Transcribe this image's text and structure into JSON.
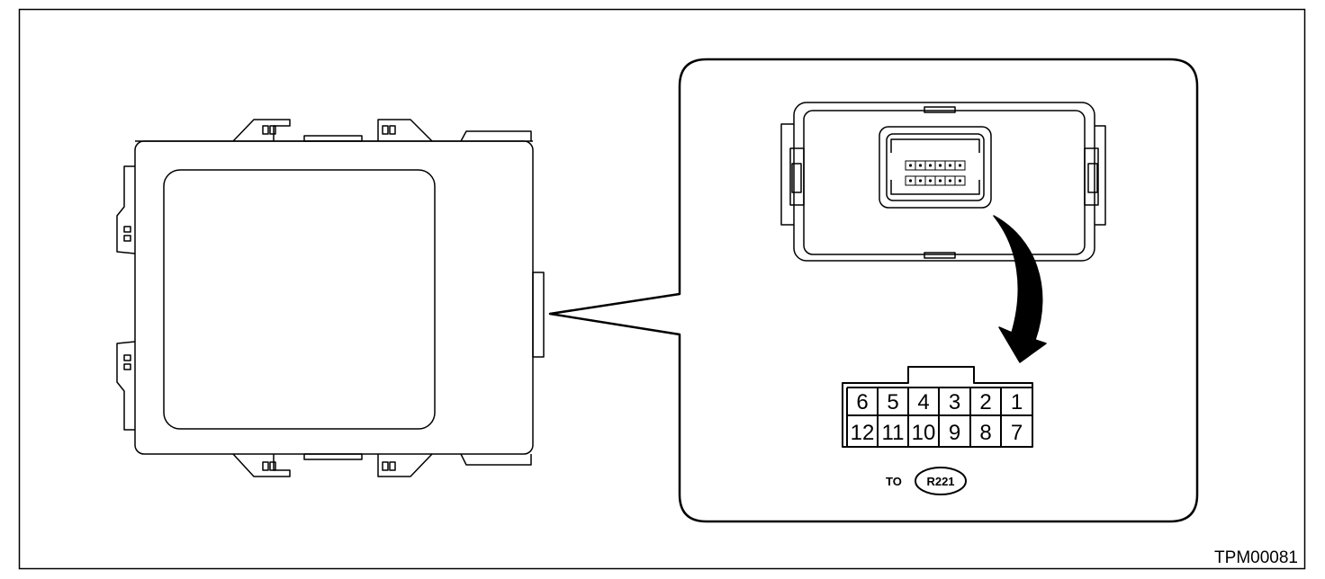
{
  "figure_code": "TPM00081",
  "connector": {
    "pins_top": [
      "6",
      "5",
      "4",
      "3",
      "2",
      "1"
    ],
    "pins_bottom": [
      "12",
      "11",
      "10",
      "9",
      "8",
      "7"
    ],
    "to_label": "TO",
    "connector_id": "R221"
  }
}
